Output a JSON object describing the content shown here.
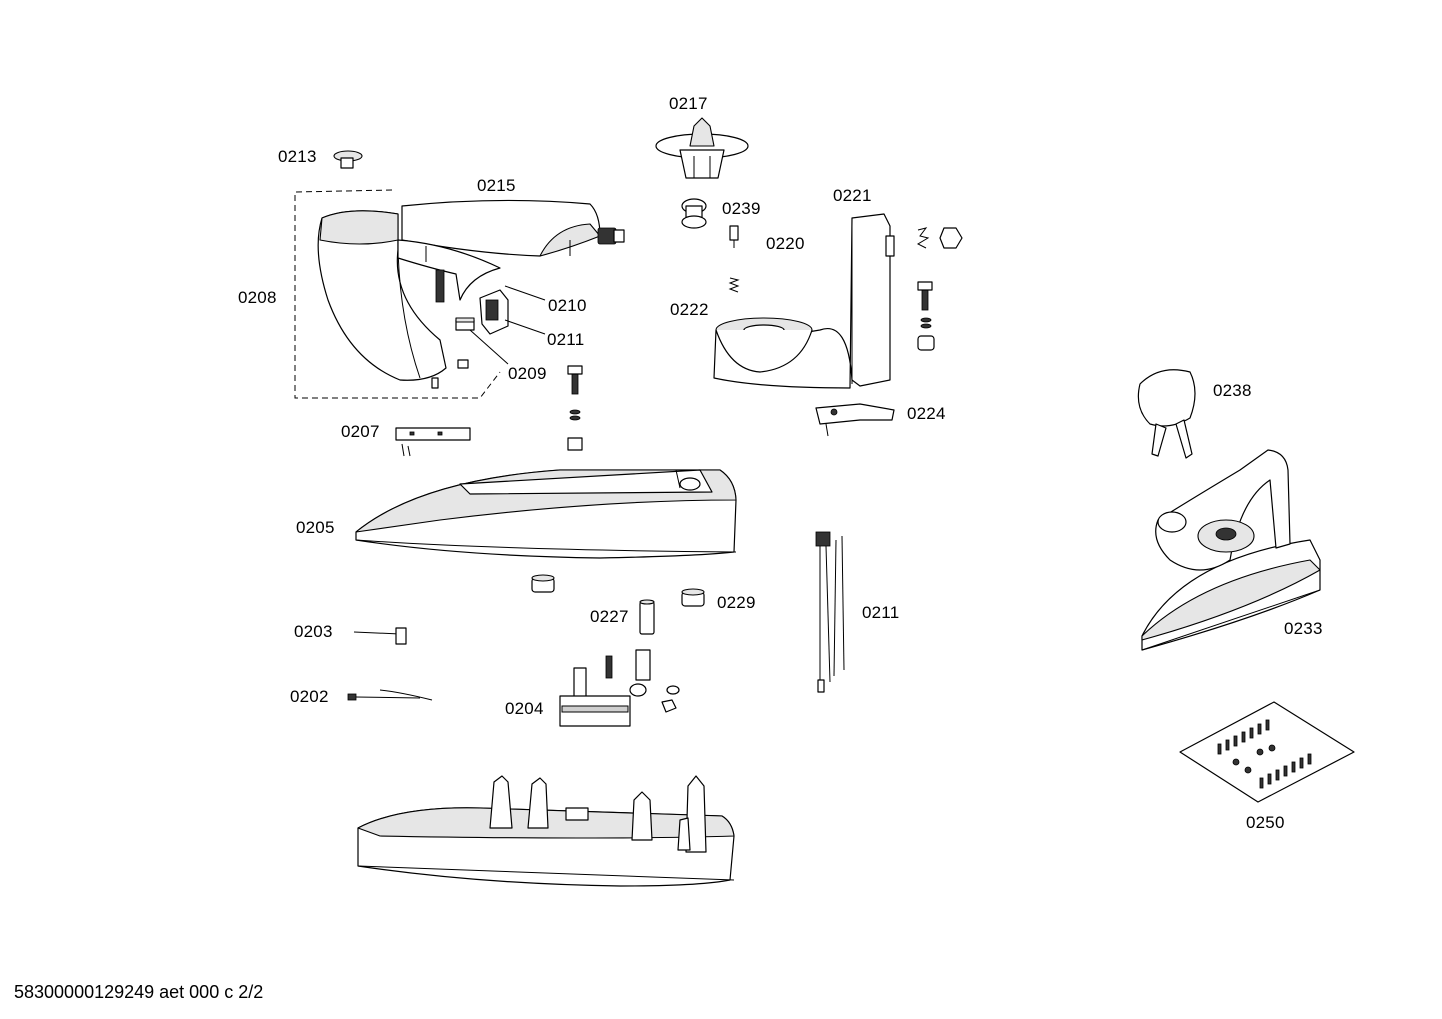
{
  "parts": [
    {
      "id": "p0213",
      "label": "0213"
    },
    {
      "id": "p0215",
      "label": "0215"
    },
    {
      "id": "p0208",
      "label": "0208"
    },
    {
      "id": "p0210",
      "label": "0210"
    },
    {
      "id": "p0211a",
      "label": "0211"
    },
    {
      "id": "p0209",
      "label": "0209"
    },
    {
      "id": "p0207",
      "label": "0207"
    },
    {
      "id": "p0205",
      "label": "0205"
    },
    {
      "id": "p0217",
      "label": "0217"
    },
    {
      "id": "p0239",
      "label": "0239"
    },
    {
      "id": "p0220",
      "label": "0220"
    },
    {
      "id": "p0222",
      "label": "0222"
    },
    {
      "id": "p0221",
      "label": "0221"
    },
    {
      "id": "p0224",
      "label": "0224"
    },
    {
      "id": "p0203",
      "label": "0203"
    },
    {
      "id": "p0202",
      "label": "0202"
    },
    {
      "id": "p0227",
      "label": "0227"
    },
    {
      "id": "p0229",
      "label": "0229"
    },
    {
      "id": "p0204",
      "label": "0204"
    },
    {
      "id": "p0211b",
      "label": "0211"
    },
    {
      "id": "p0238",
      "label": "0238"
    },
    {
      "id": "p0233",
      "label": "0233"
    },
    {
      "id": "p0250",
      "label": "0250"
    }
  ],
  "footer": "58300000129249 aet 000 c 2/2"
}
